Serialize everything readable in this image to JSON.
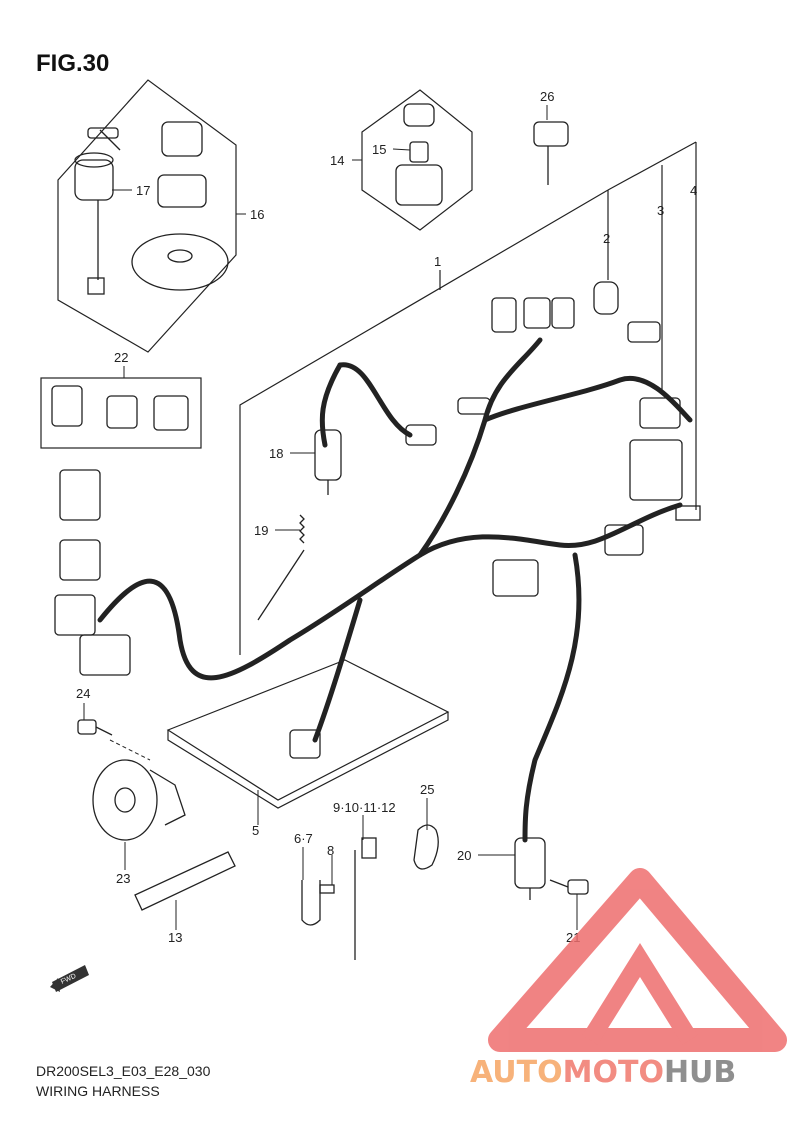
{
  "figure": {
    "title": "FIG.30",
    "code": "DR200SEL3_E03_E28_030",
    "name": "WIRING HARNESS"
  },
  "callouts": [
    "1",
    "2",
    "3",
    "4",
    "5",
    "6·7",
    "8",
    "9·10·11·12",
    "13",
    "14",
    "15",
    "16",
    "17",
    "18",
    "19",
    "20",
    "21",
    "22",
    "23",
    "24",
    "25",
    "26"
  ],
  "direction_badge": "FWD",
  "watermark": {
    "part1": "AUTO",
    "part2": "MOTO",
    "part3": "HUB",
    "colors": {
      "part1": "#f7b27a",
      "part2": "#f28c82",
      "part3": "#8f8f8f",
      "triangle": "#ee6e6e"
    }
  }
}
